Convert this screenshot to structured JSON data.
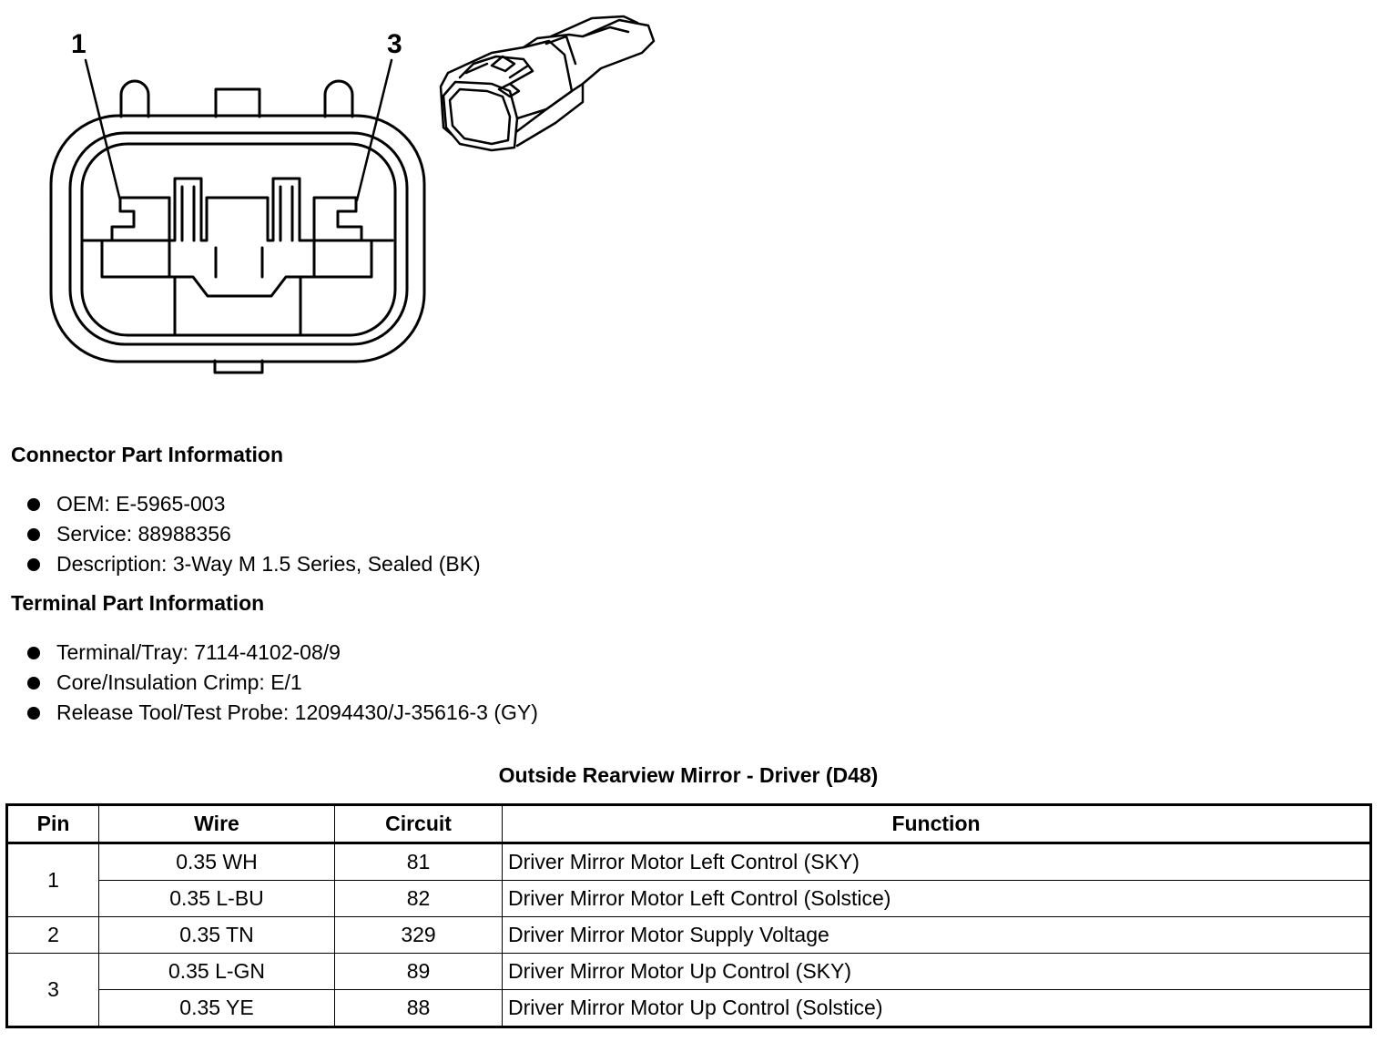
{
  "diagram": {
    "pin_labels": [
      "1",
      "3"
    ]
  },
  "connector_info": {
    "title": "Connector Part Information",
    "items": [
      "OEM: E-5965-003",
      "Service: 88988356",
      "Description: 3-Way M 1.5 Series, Sealed (BK)"
    ]
  },
  "terminal_info": {
    "title": "Terminal Part Information",
    "items": [
      "Terminal/Tray: 7114-4102-08/9",
      "Core/Insulation Crimp: E/1",
      "Release Tool/Test Probe: 12094430/J-35616-3 (GY)"
    ]
  },
  "table": {
    "title": "Outside Rearview Mirror - Driver (D48)",
    "headers": [
      "Pin",
      "Wire",
      "Circuit",
      "Function"
    ],
    "rows": [
      {
        "pin": "1",
        "wire": "0.35 WH",
        "circuit": "81",
        "function": "Driver Mirror Motor Left Control (SKY)"
      },
      {
        "pin": "",
        "wire": "0.35 L-BU",
        "circuit": "82",
        "function": "Driver Mirror Motor Left Control (Solstice)"
      },
      {
        "pin": "2",
        "wire": "0.35 TN",
        "circuit": "329",
        "function": "Driver Mirror Motor Supply Voltage"
      },
      {
        "pin": "3",
        "wire": "0.35 L-GN",
        "circuit": "89",
        "function": "Driver Mirror Motor Up Control (SKY)"
      },
      {
        "pin": "",
        "wire": "0.35 YE",
        "circuit": "88",
        "function": "Driver Mirror Motor Up Control (Solstice)"
      }
    ]
  }
}
